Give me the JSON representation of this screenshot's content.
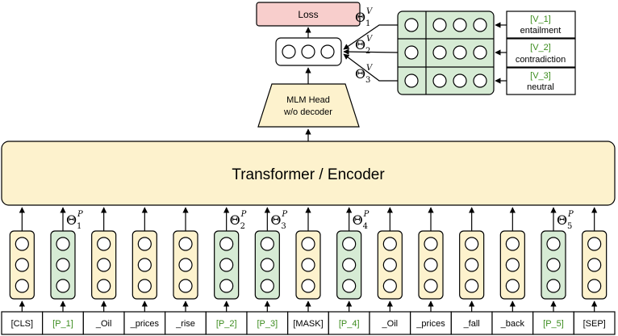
{
  "loss": "Loss",
  "mlm_head": {
    "line1": "MLM Head",
    "line2": "w/o decoder"
  },
  "encoder": "Transformer / Encoder",
  "verbalizer": [
    {
      "token": "[V_1]",
      "label": "entailment",
      "theta_sub": "1",
      "theta_sup": "V"
    },
    {
      "token": "[V_2]",
      "label": "contradiction",
      "theta_sub": "2",
      "theta_sup": "V"
    },
    {
      "token": "[V_3]",
      "label": "neutral",
      "theta_sub": "3",
      "theta_sup": "V"
    }
  ],
  "theta_symbol": "Θ",
  "tokens": [
    {
      "text": "[CLS]",
      "type": "normal"
    },
    {
      "text": "[P_1]",
      "type": "prompt",
      "theta_sub": "1",
      "theta_sup": "P"
    },
    {
      "text": "_Oil",
      "type": "normal"
    },
    {
      "text": "_prices",
      "type": "normal"
    },
    {
      "text": "_rise",
      "type": "normal"
    },
    {
      "text": "[P_2]",
      "type": "prompt",
      "theta_sub": "2",
      "theta_sup": "P"
    },
    {
      "text": "[P_3]",
      "type": "prompt",
      "theta_sub": "3",
      "theta_sup": "P"
    },
    {
      "text": "[MASK]",
      "type": "normal"
    },
    {
      "text": "[P_4]",
      "type": "prompt",
      "theta_sub": "4",
      "theta_sup": "P"
    },
    {
      "text": "_Oil",
      "type": "normal"
    },
    {
      "text": "_prices",
      "type": "normal"
    },
    {
      "text": "_fall",
      "type": "normal"
    },
    {
      "text": "_back",
      "type": "normal"
    },
    {
      "text": "[P_5]",
      "type": "prompt",
      "theta_sub": "5",
      "theta_sup": "P"
    },
    {
      "text": "[SEP]",
      "type": "normal"
    }
  ],
  "colors": {
    "yellow": "#fdf2cd",
    "green": "#d6ebd4",
    "pink": "#f8cecc",
    "prompt_text": "#3c8c1e",
    "stroke": "#000000"
  }
}
